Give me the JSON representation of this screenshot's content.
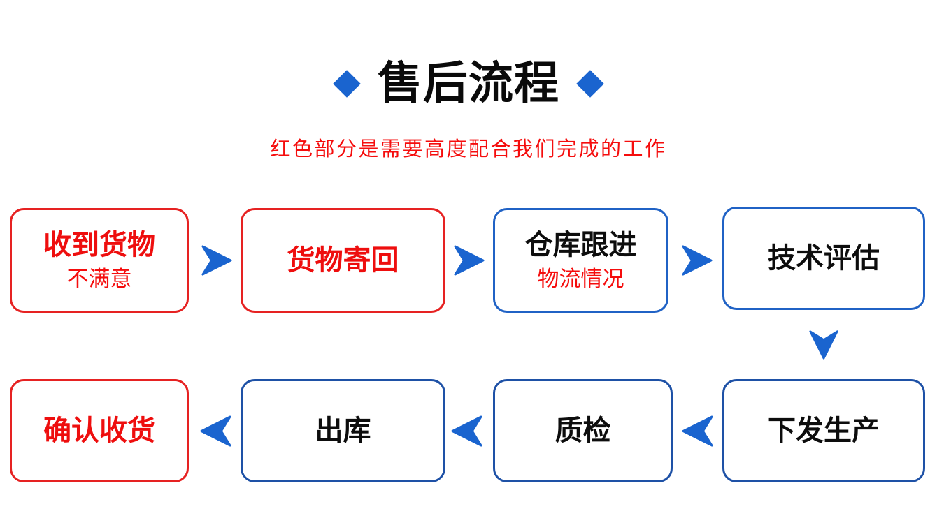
{
  "header": {
    "title": "售后流程",
    "subtitle": "红色部分是需要高度配合我们完成的工作"
  },
  "colors": {
    "accent_blue": "#1a64cf",
    "blue_border_top_row": "#2062c5",
    "blue_border_bottom_row": "#1e51a6",
    "red_text": "#f50d0d",
    "red_border": "#e62222",
    "black_text": "#0d0d0d",
    "background": "#ffffff"
  },
  "icons": {
    "diamond": "title decorative diamond (rotated square)",
    "arrow_right": "blue dart arrow pointing right",
    "arrow_down": "blue dart arrow pointing down",
    "arrow_left": "blue dart arrow pointing left"
  },
  "flow": {
    "note": "top row flows left-to-right, connector down, bottom row flows right-to-left; red boxes/text = steps requiring customer cooperation",
    "top_row": [
      {
        "label": "收到货物",
        "sublabel": "不满意",
        "variant": "red"
      },
      {
        "label": "货物寄回",
        "sublabel": "",
        "variant": "red"
      },
      {
        "label": "仓库跟进",
        "sublabel": "物流情况",
        "variant": "blue"
      },
      {
        "label": "技术评估",
        "sublabel": "",
        "variant": "blue"
      }
    ],
    "bottom_row": [
      {
        "label": "确认收货",
        "variant": "red"
      },
      {
        "label": "出库",
        "variant": "blue"
      },
      {
        "label": "质检",
        "variant": "blue"
      },
      {
        "label": "下发生产",
        "variant": "blue"
      }
    ]
  }
}
